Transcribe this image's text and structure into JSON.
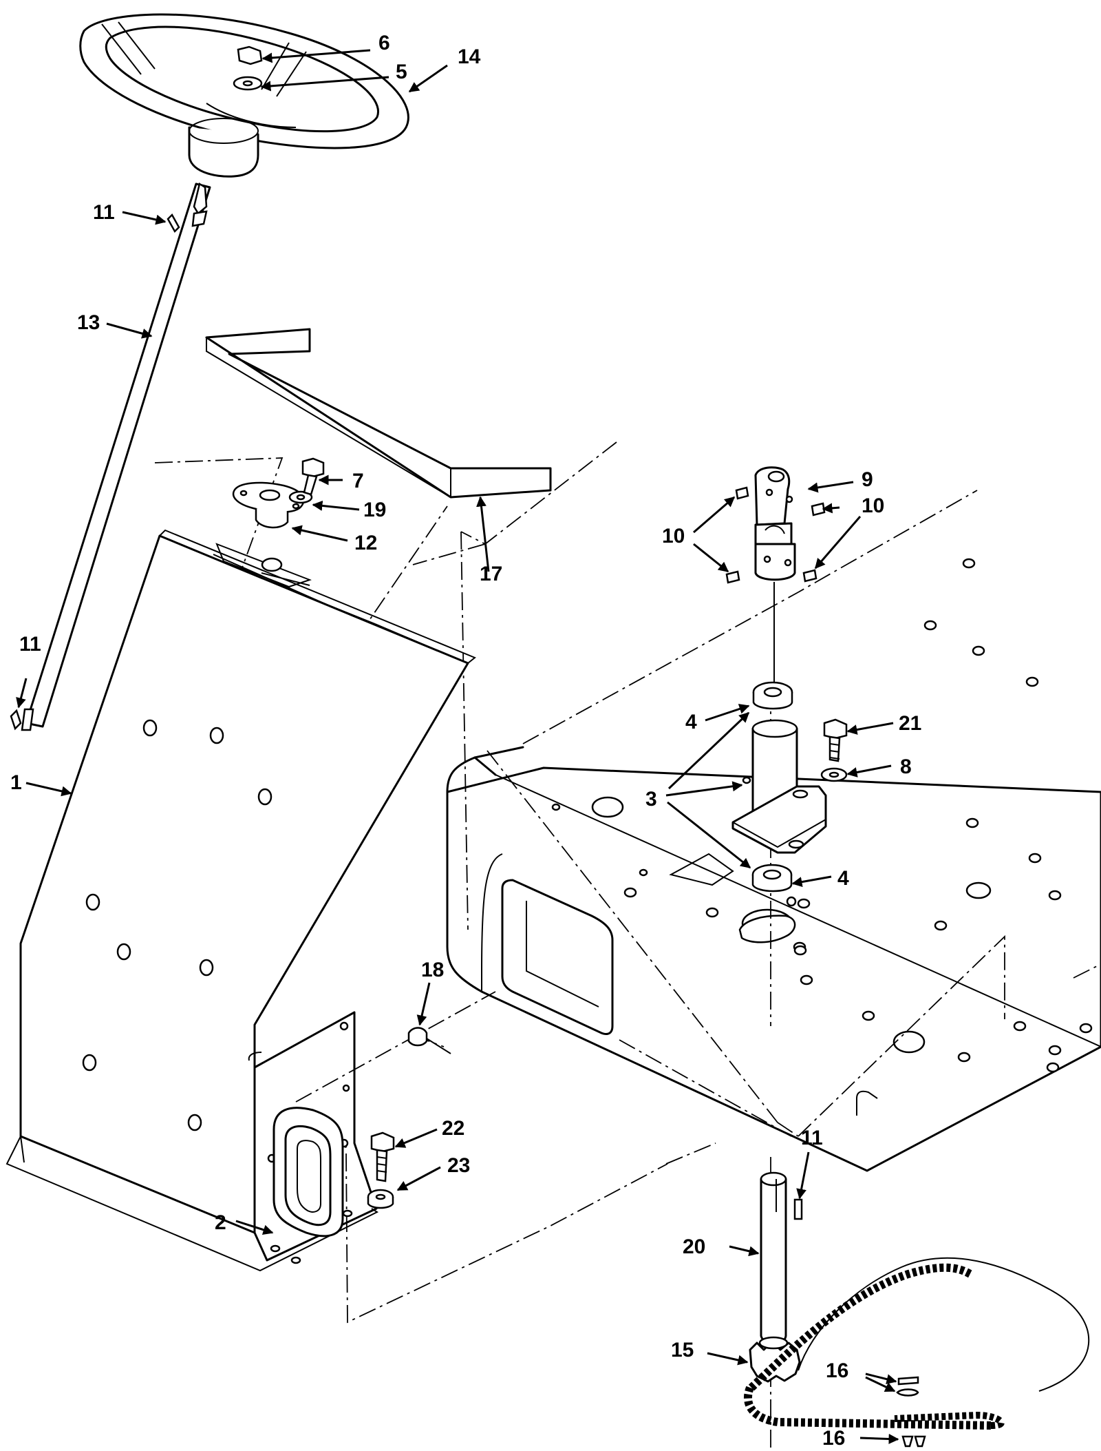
{
  "callouts": [
    {
      "id": "c1",
      "label": "1"
    },
    {
      "id": "c2",
      "label": "2"
    },
    {
      "id": "c3",
      "label": "3"
    },
    {
      "id": "c4a",
      "label": "4"
    },
    {
      "id": "c4b",
      "label": "4"
    },
    {
      "id": "c5",
      "label": "5"
    },
    {
      "id": "c6",
      "label": "6"
    },
    {
      "id": "c7",
      "label": "7"
    },
    {
      "id": "c8",
      "label": "8"
    },
    {
      "id": "c9",
      "label": "9"
    },
    {
      "id": "c10a",
      "label": "10"
    },
    {
      "id": "c10b",
      "label": "10"
    },
    {
      "id": "c11a",
      "label": "11"
    },
    {
      "id": "c11b",
      "label": "11"
    },
    {
      "id": "c11c",
      "label": "11"
    },
    {
      "id": "c12",
      "label": "12"
    },
    {
      "id": "c13",
      "label": "13"
    },
    {
      "id": "c14",
      "label": "14"
    },
    {
      "id": "c15",
      "label": "15"
    },
    {
      "id": "c16a",
      "label": "16"
    },
    {
      "id": "c16b",
      "label": "16"
    },
    {
      "id": "c17",
      "label": "17"
    },
    {
      "id": "c18",
      "label": "18"
    },
    {
      "id": "c19",
      "label": "19"
    },
    {
      "id": "c20",
      "label": "20"
    },
    {
      "id": "c21",
      "label": "21"
    },
    {
      "id": "c22",
      "label": "22"
    },
    {
      "id": "c23",
      "label": "23"
    }
  ],
  "colors": {
    "line": "#000000",
    "background": "#ffffff"
  }
}
